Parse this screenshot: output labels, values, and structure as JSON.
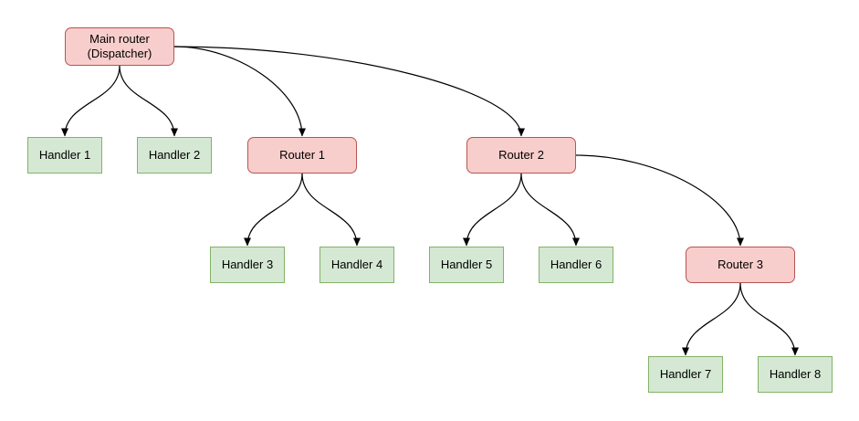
{
  "diagram": {
    "background": "#ffffff",
    "colors": {
      "background": "#ffffff",
      "router_fill": "#f8cecc",
      "router_border": "#b85450",
      "handler_fill": "#d5e8d4",
      "handler_border": "#82b366",
      "edge": "#000000",
      "text": "#000000"
    },
    "nodes": [
      {
        "id": "main-router",
        "label": "Main router\n(Dispatcher)",
        "kind": "router"
      },
      {
        "id": "handler-1",
        "label": "Handler 1",
        "kind": "handler"
      },
      {
        "id": "handler-2",
        "label": "Handler 2",
        "kind": "handler"
      },
      {
        "id": "router-1",
        "label": "Router 1",
        "kind": "router"
      },
      {
        "id": "router-2",
        "label": "Router 2",
        "kind": "router"
      },
      {
        "id": "handler-3",
        "label": "Handler 3",
        "kind": "handler"
      },
      {
        "id": "handler-4",
        "label": "Handler 4",
        "kind": "handler"
      },
      {
        "id": "handler-5",
        "label": "Handler 5",
        "kind": "handler"
      },
      {
        "id": "handler-6",
        "label": "Handler 6",
        "kind": "handler"
      },
      {
        "id": "router-3",
        "label": "Router 3",
        "kind": "router"
      },
      {
        "id": "handler-7",
        "label": "Handler 7",
        "kind": "handler"
      },
      {
        "id": "handler-8",
        "label": "Handler 8",
        "kind": "handler"
      }
    ],
    "edges": [
      {
        "from": "main-router",
        "to": "handler-1"
      },
      {
        "from": "main-router",
        "to": "handler-2"
      },
      {
        "from": "main-router",
        "to": "router-1"
      },
      {
        "from": "main-router",
        "to": "router-2"
      },
      {
        "from": "router-1",
        "to": "handler-3"
      },
      {
        "from": "router-1",
        "to": "handler-4"
      },
      {
        "from": "router-2",
        "to": "handler-5"
      },
      {
        "from": "router-2",
        "to": "handler-6"
      },
      {
        "from": "router-2",
        "to": "router-3"
      },
      {
        "from": "router-3",
        "to": "handler-7"
      },
      {
        "from": "router-3",
        "to": "handler-8"
      }
    ]
  }
}
